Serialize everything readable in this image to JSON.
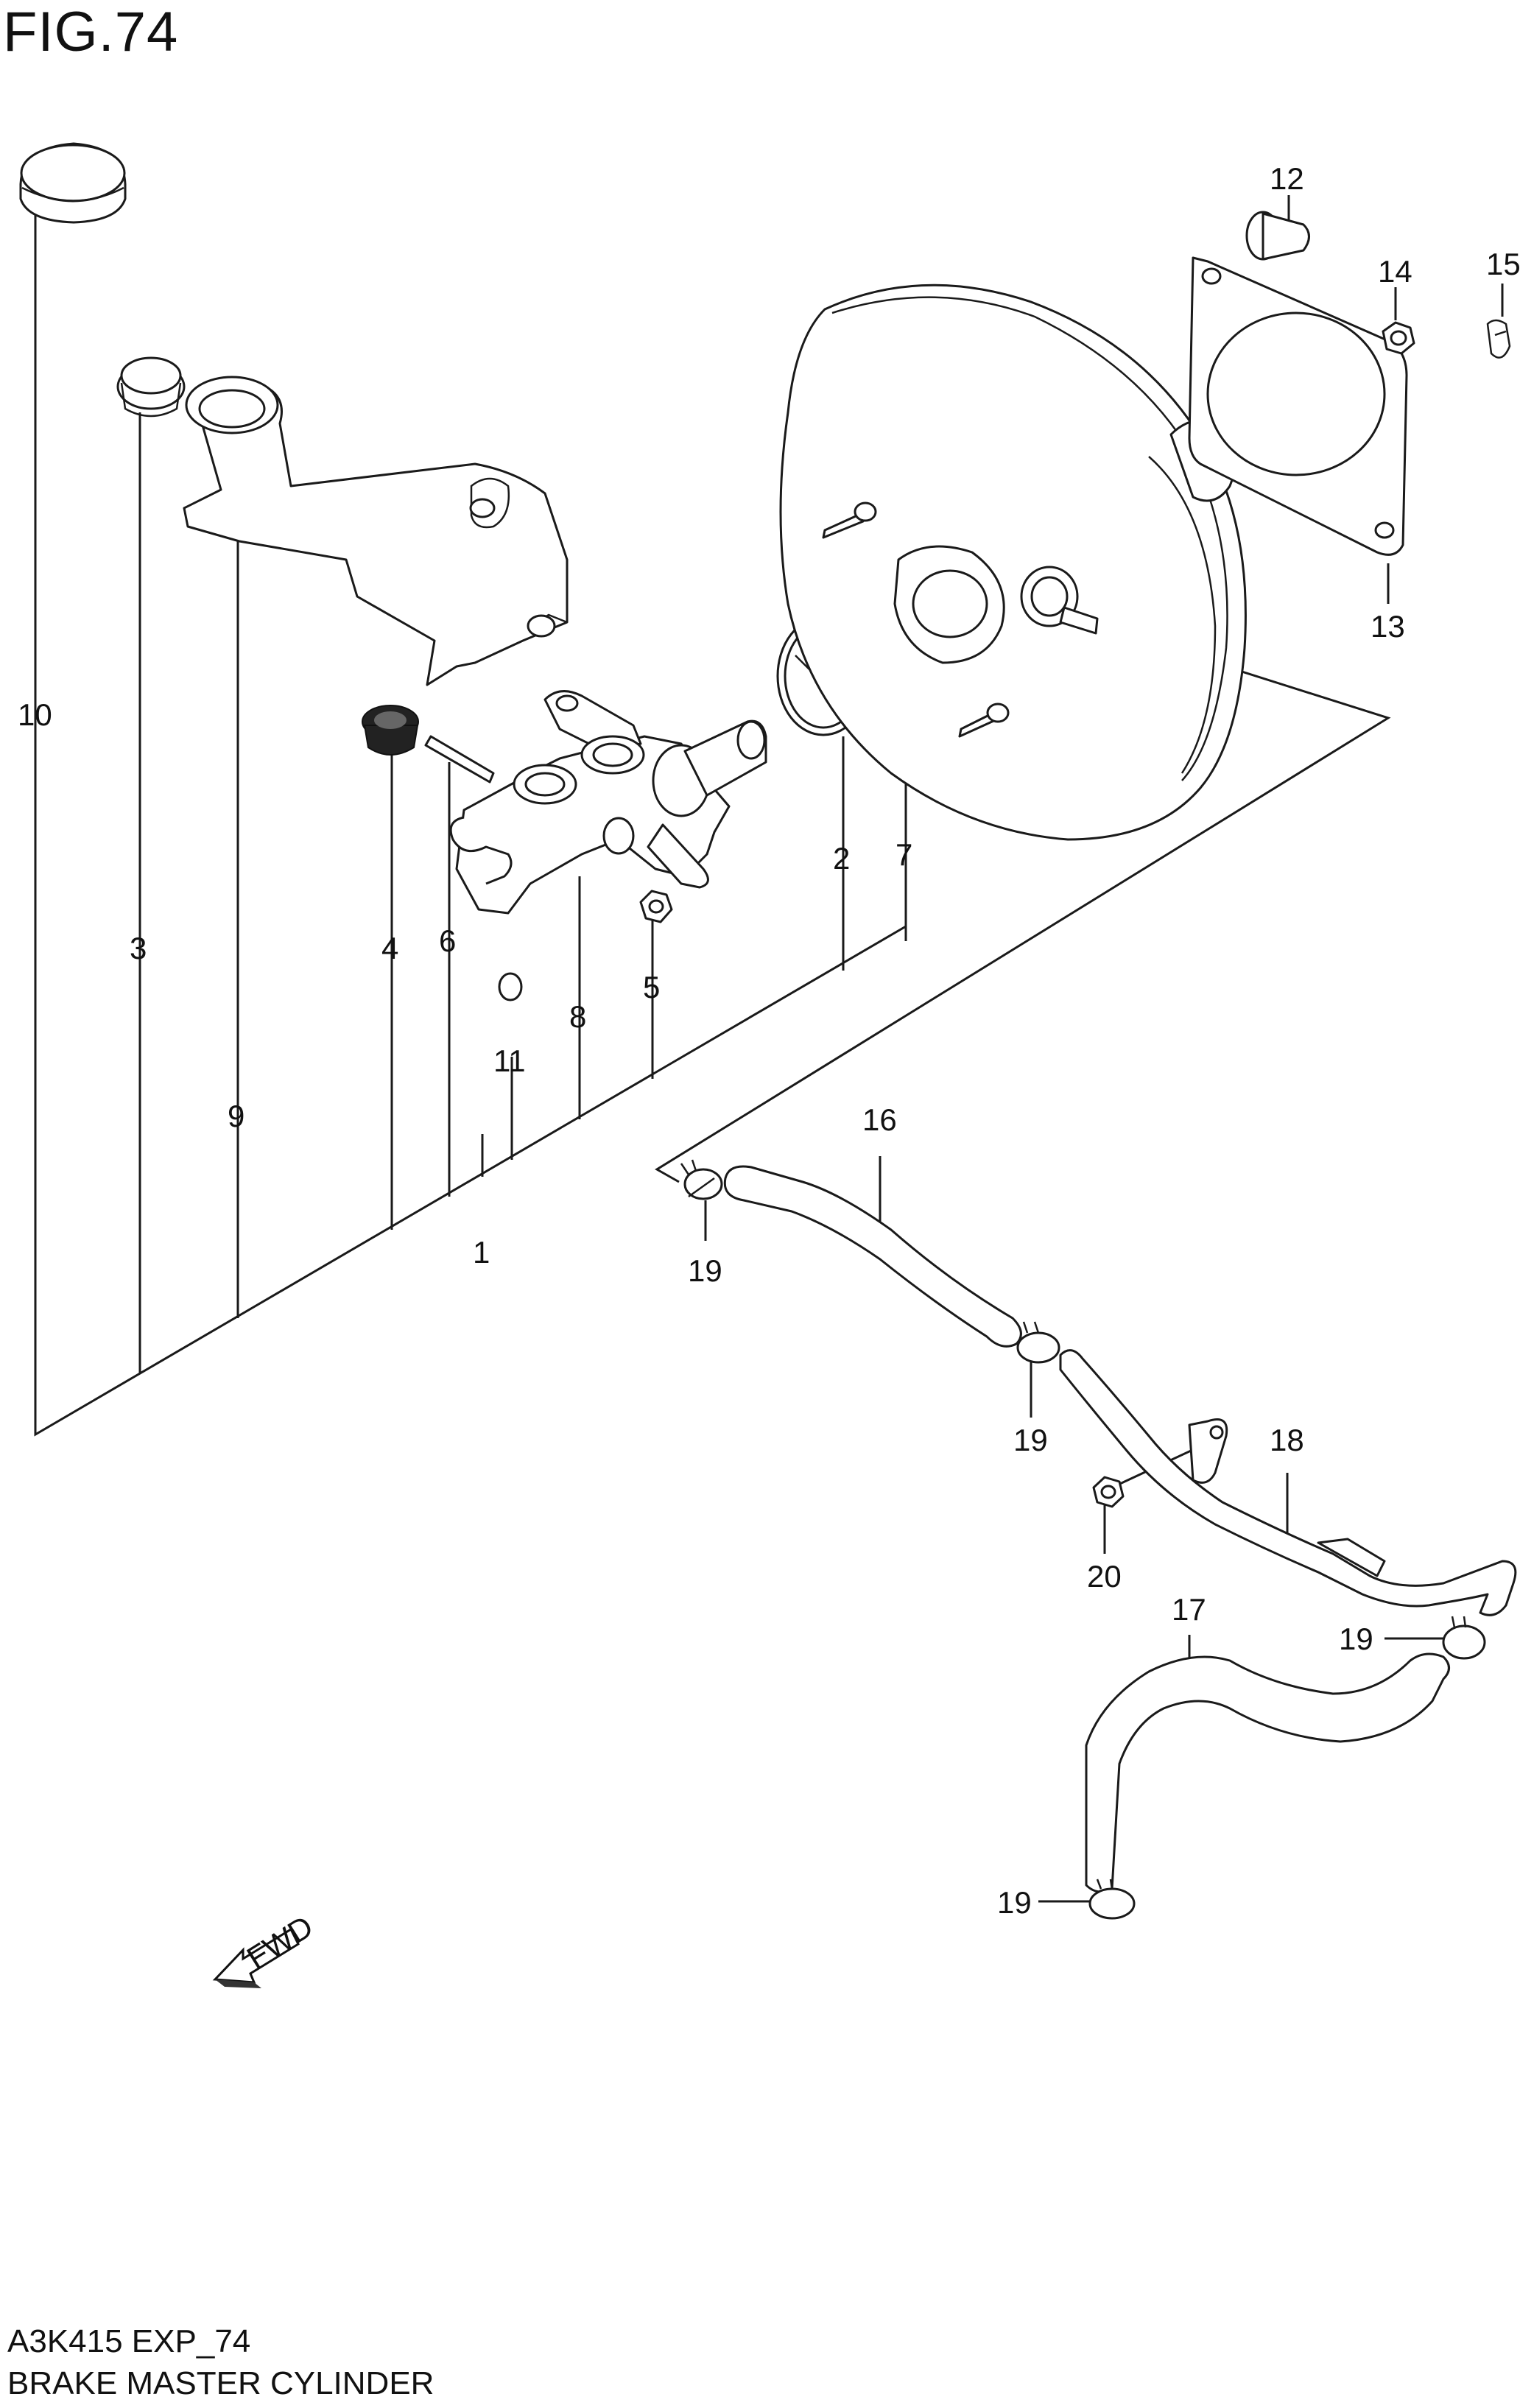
{
  "figure": {
    "title": "FIG.74"
  },
  "footer": {
    "code": "A3K415 EXP_74",
    "name": "BRAKE MASTER CYLINDER"
  },
  "fwd_label": "FWD",
  "callouts": {
    "p1": "1",
    "p2": "2",
    "p3": "3",
    "p4": "4",
    "p5": "5",
    "p6": "6",
    "p7": "7",
    "p8": "8",
    "p9": "9",
    "p10": "10",
    "p11": "11",
    "p12": "12",
    "p13": "13",
    "p14": "14",
    "p15": "15",
    "p16": "16",
    "p17": "17",
    "p18": "18",
    "p19a": "19",
    "p19b": "19",
    "p19c": "19",
    "p19d": "19",
    "p20": "20"
  }
}
